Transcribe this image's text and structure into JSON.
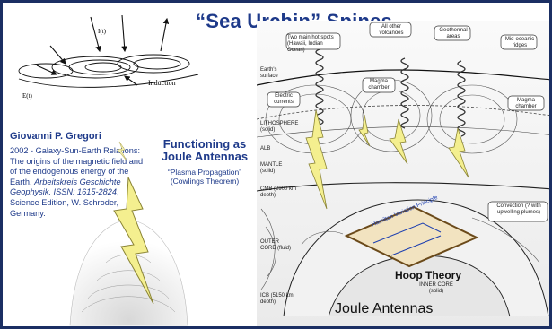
{
  "title": "“Sea Urchin” Spines",
  "induction_diagram": {
    "top_label": "I(t)",
    "bottom_label": "E(t)",
    "induction_label": "Induction"
  },
  "author": "Giovanni P. Gregori",
  "citation": {
    "line1": "2002 - Galaxy-Sun-Earth Relations:  The origins of the magnetic field and of the endogenous energy of the Earth, ",
    "journal": "Arbeitskreis Geschichte Geophysik. ISSN: 1615-2824",
    "line2": ", Science Edition, W. Schroder, Germany."
  },
  "function_title": "Functioning as Joule Antennas",
  "plasma_text": "“Plasma Propagation” (Cowlings Theorem)",
  "earth_labels": {
    "hotspots": "Two main hot spots (Hawaii, Indian Ocean)",
    "volcanoes": "All other volcanoes",
    "geothermal": "Geothermal areas",
    "ridges": "Mid-oceanic ridges",
    "surface": "Earth's surface",
    "currents": "Electric currents",
    "magma1": "Magma chamber",
    "magma2": "Magma chamber",
    "lithosphere": "LITHOSPHERE (solid)",
    "alb": "ALB",
    "mantle": "MANTLE (solid)",
    "cmb": "CMB (2900 km depth)",
    "outer_core": "OUTER CORE (fluid)",
    "icb": "ICB (5150 km depth)",
    "inner_core": "INNER CORE (solid)",
    "convection": "Convection (? with upwelling plumes)",
    "hamilton": "Hamilton Variation Principle"
  },
  "hoop_theory": "Hoop Theory",
  "footer": "Joule Antennas"
}
